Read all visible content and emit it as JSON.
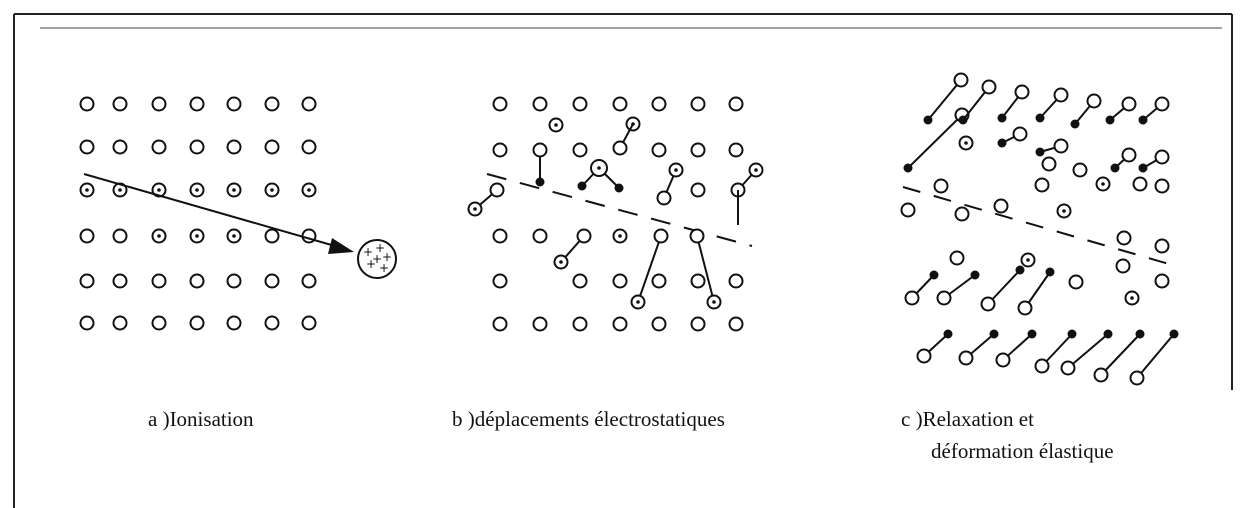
{
  "panels": {
    "a": {
      "caption": "a )Ionisation"
    },
    "b": {
      "caption": "b )déplacements électrostatiques"
    },
    "c": {
      "caption_line1": "c )Relaxation et",
      "caption_line2": "déformation élastique"
    }
  },
  "ion_symbol": "+",
  "colors": {
    "ink": "#111111",
    "frame": "#222222",
    "background": "#ffffff"
  }
}
